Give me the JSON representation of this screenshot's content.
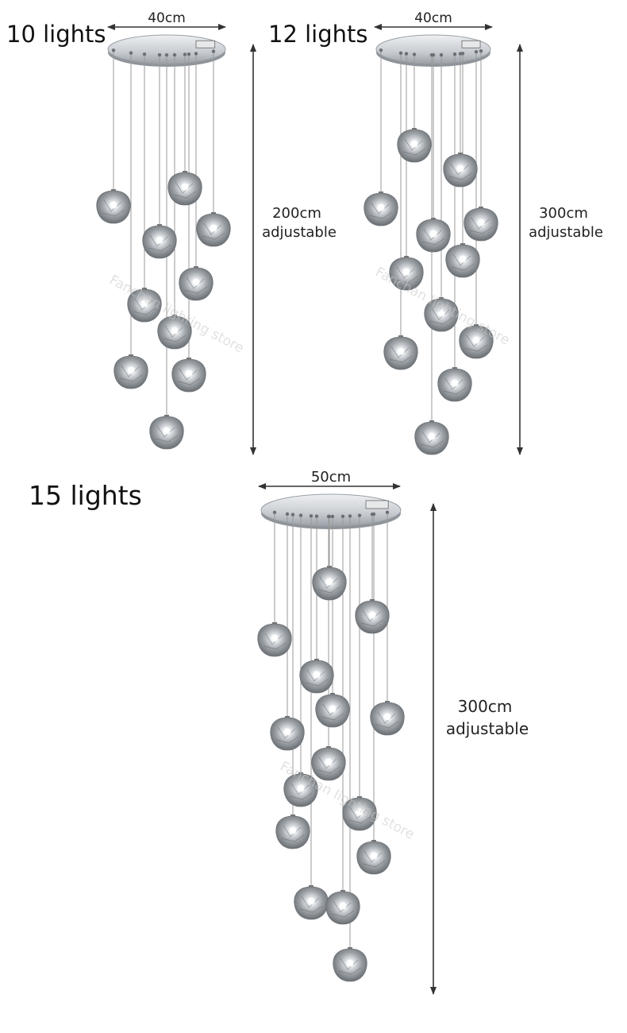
{
  "colors": {
    "background": "#ffffff",
    "text": "#111111",
    "dimension_line": "#333333",
    "wire": "#9a9a9a",
    "canopy": "#c8ccd1",
    "crystal": "#9ea3a8"
  },
  "products": [
    {
      "id": "ten",
      "title": "10 lights",
      "light_count": 10,
      "canopy_width": "40cm",
      "cable_length": "200cm",
      "cable_note": "adjustable"
    },
    {
      "id": "twelve",
      "title": "12 lights",
      "light_count": 12,
      "canopy_width": "40cm",
      "cable_length": "300cm",
      "cable_note": "adjustable"
    },
    {
      "id": "fifteen",
      "title": "15 lights",
      "light_count": 15,
      "canopy_width": "50cm",
      "cable_length": "300cm",
      "cable_note": "adjustable"
    }
  ],
  "watermark": "Fanchan lighting store"
}
